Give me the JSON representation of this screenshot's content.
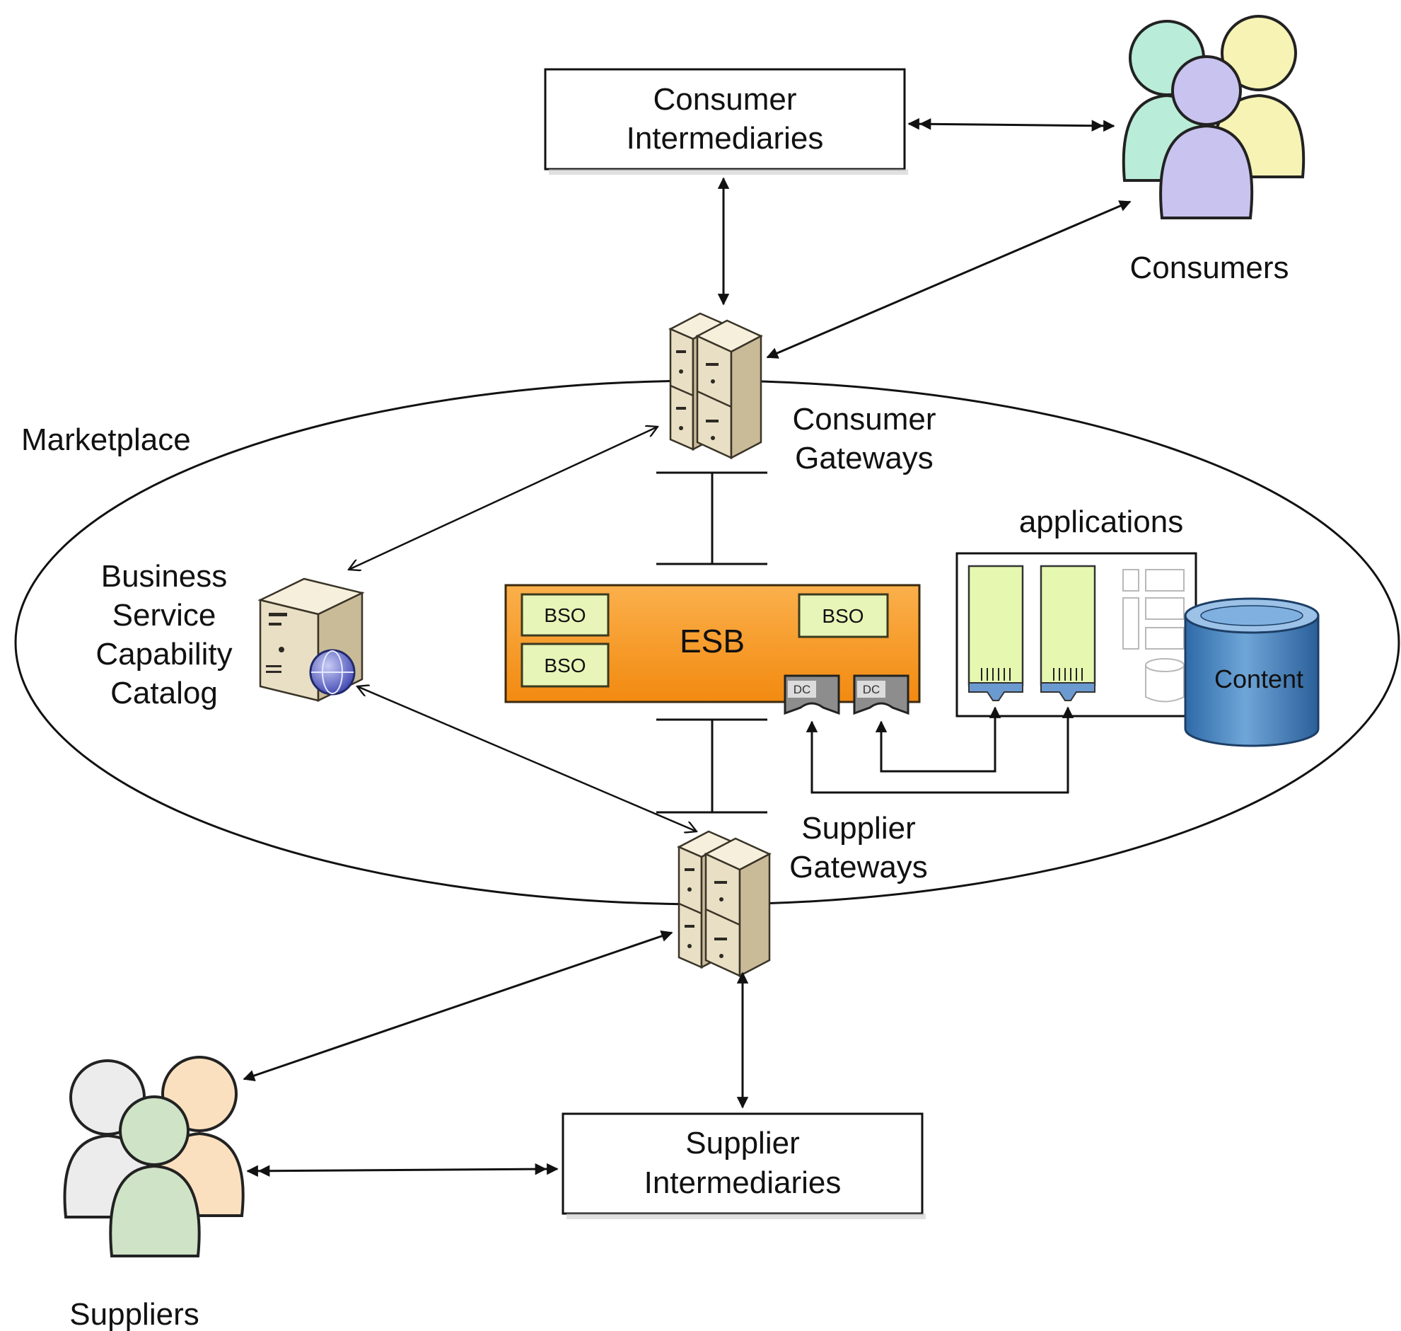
{
  "diagram": {
    "consumer_intermediaries": {
      "line1": "Consumer",
      "line2": "Intermediaries"
    },
    "supplier_intermediaries": {
      "line1": "Supplier",
      "line2": "Intermediaries"
    },
    "consumers": {
      "label": "Consumers"
    },
    "suppliers": {
      "label": "Suppliers"
    },
    "marketplace": {
      "label": "Marketplace"
    },
    "consumer_gateways": {
      "line1": "Consumer",
      "line2": "Gateways"
    },
    "supplier_gateways": {
      "line1": "Supplier",
      "line2": "Gateways"
    },
    "catalog": {
      "line1": "Business",
      "line2": "Service",
      "line3": "Capability",
      "line4": "Catalog"
    },
    "esb": {
      "label": "ESB",
      "bso_labels": [
        "BSO",
        "BSO",
        "BSO"
      ],
      "dc_labels": [
        "DC",
        "DC"
      ]
    },
    "applications": {
      "label": "applications"
    },
    "content": {
      "label": "Content"
    },
    "colors": {
      "esb_fill": "#f79a1e",
      "bso_fill": "#e8f5b8",
      "app_fill": "#e6f7b0",
      "content_fill": "#3d79b8",
      "consumer_teal": "#b9ecd9",
      "consumer_yellow": "#f6f3b4",
      "consumer_purple": "#c9c3f0",
      "supplier_gray": "#ececec",
      "supplier_peach": "#fbe0bf",
      "supplier_green": "#cfe3c6"
    },
    "icons": [
      "people-group-icon",
      "server-cluster-icon",
      "catalog-server-icon",
      "database-icon"
    ]
  }
}
